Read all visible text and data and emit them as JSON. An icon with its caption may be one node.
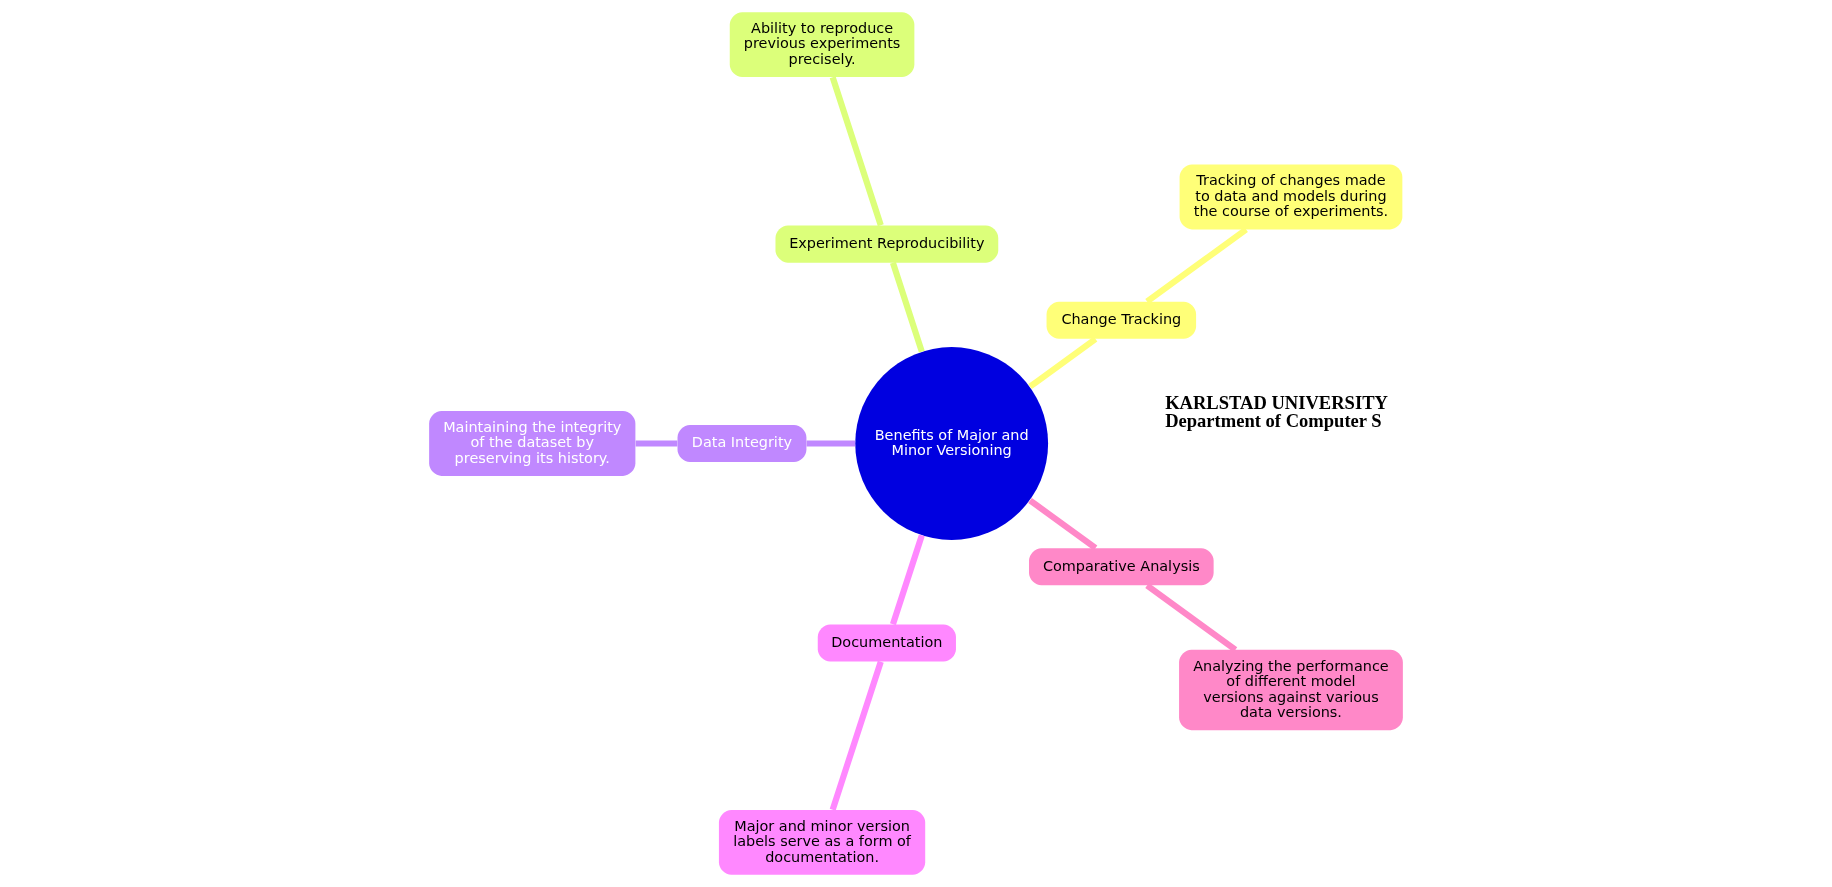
{
  "diagram": {
    "nodes": [
      {
        "text": [
          "Benefits of Major and Minor Versioning"
        ]
      },
      {
        "text": [
          "Change Tracking"
        ]
      },
      {
        "text": [
          "Tracking of changes made to data and models during the course of experiments."
        ]
      },
      {
        "text": [
          "Experiment Reproducibility"
        ]
      },
      {
        "text": [
          "Ability to reproduce previous experiments precisely."
        ]
      },
      {
        "text": [
          "Data Integrity"
        ]
      },
      {
        "text": [
          "Maintaining the integrity of the dataset by preserving its history."
        ]
      },
      {
        "text": [
          "Documentation"
        ]
      },
      {
        "text": [
          "Major and minor version labels serve as a form of documentation."
        ]
      },
      {
        "text": [
          "Comparative Analysis"
        ]
      },
      {
        "text": [
          "Analyzing the performance of different model versions against various data versions."
        ]
      }
    ],
    "edges": [
      {
        "from": 0,
        "to": 1,
        "arrow": "none",
        "color": "#ffff78"
      },
      {
        "from": 1,
        "to": 2,
        "arrow": "none",
        "color": "#ffff78"
      },
      {
        "from": 0,
        "to": 3,
        "arrow": "none",
        "color": "#dcff7a"
      },
      {
        "from": 3,
        "to": 4,
        "arrow": "none",
        "color": "#dcff7a"
      },
      {
        "from": 0,
        "to": 5,
        "arrow": "none",
        "color": "#c088ff"
      },
      {
        "from": 5,
        "to": 6,
        "arrow": "none",
        "color": "#c088ff"
      },
      {
        "from": 0,
        "to": 7,
        "arrow": "none",
        "color": "#ff88ff"
      },
      {
        "from": 7,
        "to": 8,
        "arrow": "none",
        "color": "#ff88ff"
      },
      {
        "from": 0,
        "to": 9,
        "arrow": "none",
        "color": "#ff88c8"
      },
      {
        "from": 9,
        "to": 10,
        "arrow": "none",
        "color": "#ff88c8"
      }
    ],
    "labels": [
      "KARLSTAD UNIVERSITY",
      "Department of Computer S"
    ]
  }
}
